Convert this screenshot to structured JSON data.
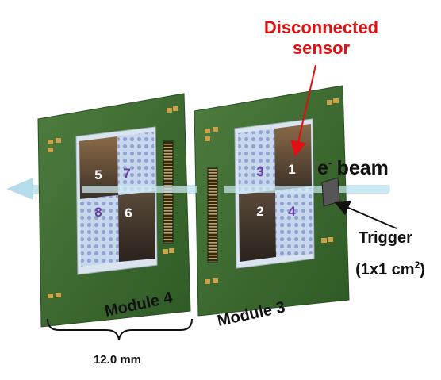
{
  "annotations": {
    "disconnected_line1": "Disconnected",
    "disconnected_line2": "sensor",
    "beam_e": "e",
    "beam_sup": "-",
    "beam_word": "beam",
    "trigger": "Trigger",
    "trigger_size_prefix": "(1x1 cm",
    "trigger_size_sup": "2",
    "trigger_size_suffix": ")",
    "module4": "Module 4",
    "module3": "Module 3",
    "dimension": "12.0 mm"
  },
  "module4": {
    "sensor_numbers": [
      "5",
      "7",
      "8",
      "6"
    ]
  },
  "module3": {
    "sensor_numbers": [
      "3",
      "1",
      "2",
      "4"
    ]
  },
  "colors": {
    "pcb_green": "#3f6b32",
    "annotation_red": "#e01010",
    "beam": "#bfe3ee",
    "number_white": "#ffffff",
    "number_purple": "#6b3fa0"
  }
}
